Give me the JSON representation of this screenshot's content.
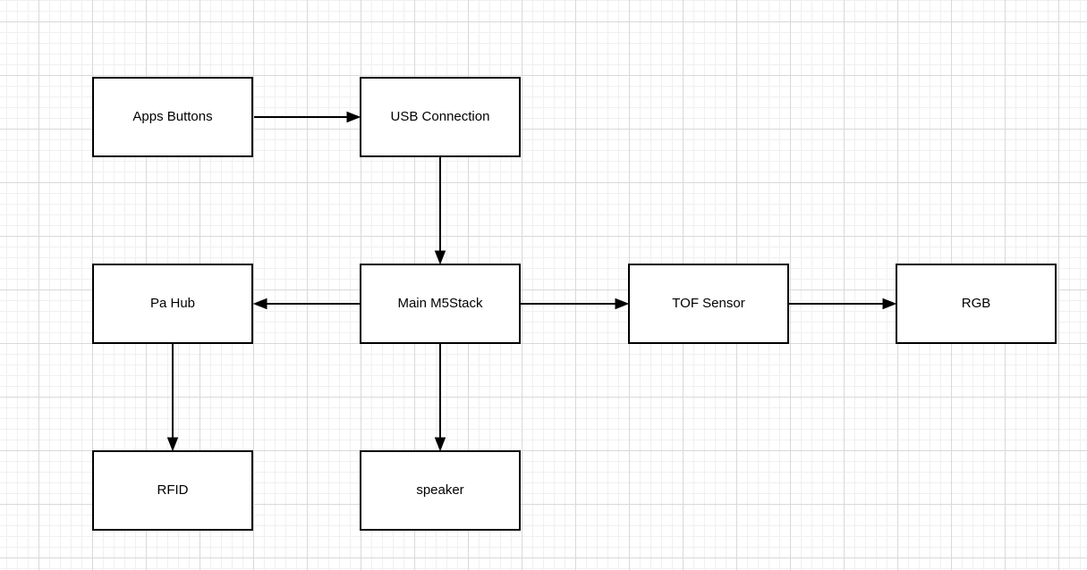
{
  "canvas": {
    "background_color": "#ffffff",
    "grid_minor_color": "#f0f0f0",
    "grid_major_color": "#d9d9d9",
    "shape_fill_color": "#ffffff",
    "shape_stroke_color": "#000000",
    "text_color": "#000000"
  },
  "diagram": {
    "nodes": [
      {
        "id": "apps-buttons",
        "label": "Apps Buttons"
      },
      {
        "id": "usb-connection",
        "label": "USB Connection"
      },
      {
        "id": "pa-hub",
        "label": "Pa Hub"
      },
      {
        "id": "main-m5stack",
        "label": "Main M5Stack"
      },
      {
        "id": "tof-sensor",
        "label": "TOF Sensor"
      },
      {
        "id": "rgb",
        "label": "RGB"
      },
      {
        "id": "rfid",
        "label": "RFID"
      },
      {
        "id": "speaker",
        "label": "speaker"
      }
    ],
    "edges": [
      {
        "from": "Apps Buttons",
        "to": "USB Connection",
        "direction": "right"
      },
      {
        "from": "USB Connection",
        "to": "Main M5Stack",
        "direction": "down"
      },
      {
        "from": "Main M5Stack",
        "to": "Pa Hub",
        "direction": "left"
      },
      {
        "from": "Main M5Stack",
        "to": "TOF Sensor",
        "direction": "right"
      },
      {
        "from": "TOF Sensor",
        "to": "RGB",
        "direction": "right"
      },
      {
        "from": "Pa Hub",
        "to": "RFID",
        "direction": "down"
      },
      {
        "from": "Main M5Stack",
        "to": "speaker",
        "direction": "down"
      }
    ]
  }
}
